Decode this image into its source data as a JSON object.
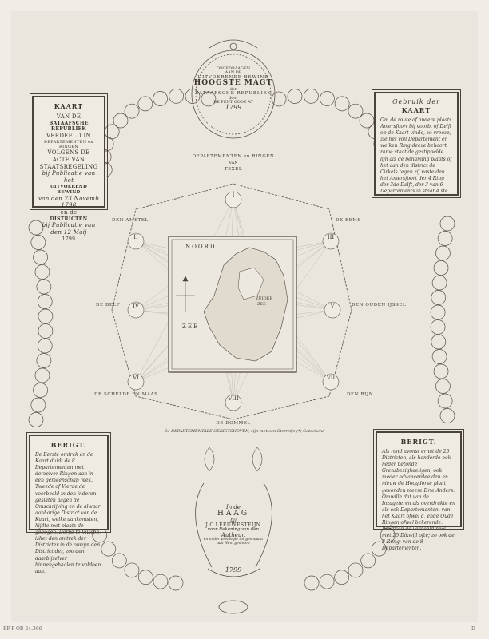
{
  "top_cartouche": {
    "line1": "OPGEDRAAGEN",
    "line2": "AAN DE",
    "line3": "UITVOERENDE BEWIND",
    "line4": "HOOGSTE MAGT",
    "line5": "der",
    "line6": "BATAAFSCHE REPUBLIEK",
    "line7": "door",
    "line8": "DE PENT GODE AT",
    "year": "1799"
  },
  "left_title": {
    "heading": "KAART",
    "l1": "VAN DE",
    "l2": "BATAAFSCHE REPUBLIEK",
    "l3": "VERDEELD IN",
    "l4": "DEPARTEMENTEN en RINGEN",
    "l5": "VOLGENS DE",
    "l6": "ACTE VAN STAATSREGELING",
    "l7": "bij Publicatie van het",
    "l8": "UITVOEREND BEWIND",
    "l9": "van den 23 Novemb 1798",
    "l10": "en de",
    "l11": "DISTRICTEN",
    "l12": "bij Publicatie van den 12 Maij",
    "l13": "1799"
  },
  "right_usage": {
    "heading": "Gebruik der",
    "heading2": "KAART",
    "text": "Om de route of andere plaats Amersfoort bij voorb. of Delft op de Kaart vinde, zo vreeze, zie het voll Departement en welken Ring deeze behoort: rame staat de gestippelde lijn als de benaming plaats of het aan den district de Cirkels tegen zij vastelden het Amersfoort der 4 Ring der 3de Delft, der 3 van 6 Departements in staat 4 ste."
  },
  "bottom_left_note": {
    "heading": "BERIGT.",
    "text": "De Eerste omtrek en de Kaart duidt de 8 Departementen met derzelver Ringen aan in een gemeenschap reek. Tweede of Vierde de voorbeeld in den inderen geslaten aagen de Omschrijving en de alwaar aanhorige District van de Kaart, welke aankomsten, hijdte met plaats de gebogen. Dorpe te Vlissen, ishet den omtrek der Districter in de omzyn den District der, zoo den daarbijzelver binnengehaalen te voldoen aan."
  },
  "bottom_right_note": {
    "heading": "BERIGT.",
    "text": "Als rond avonst ernat de 25 Districten, als honderde ook neder betonde Grensbezigheeligen, ook meder advancerdeelden en nieuw de Hoogdorse plaat gevonden meere Drie Anders. Omwille dat van de Inzageteren als overdrukte en als ook Departementen, van het Kaart ofwel d, ende Oude Ringen ofwel bekerende. Bewusen de verdeeld neel met 25 Dikwijl ofte; zo ook de 8 Rung; van de 8 Departementen."
  },
  "bottom_cartouche": {
    "l1": "In de",
    "l2": "HAAG",
    "l3": "bij",
    "l4": "J.C.LEEUWESTEIJN",
    "l5": "voor Rekening van den",
    "l6": "Autheur,",
    "l7": "en onder privilegie tot gesmaakt",
    "l8": "aan Hem gesloten",
    "year": "1799"
  },
  "map": {
    "heading": "DEPARTEMENTEN en RINGEN",
    "heading2": "VAN",
    "north_label": "NOORD",
    "sea_label": "ZEE",
    "zuider_label": "ZUIDER",
    "zuider_label2": "ZEE",
    "footer": "De DEPARTEMENTALE GERIGTSHOVEN, zijn met een Sterretje (*) Geteekend"
  },
  "departments": [
    "TEXEL",
    "DEN AMSTEL",
    "DE EEMS",
    "DE DELF",
    "DEN OUDEN IJSSEL",
    "DE SCHELDE EN MAAS",
    "DEN RIJN",
    "DE DOMMEL"
  ],
  "ring_numerals": [
    "I",
    "II",
    "III",
    "IV",
    "V",
    "VI",
    "VII",
    "VIII"
  ],
  "footer_code": "RP-P-OB-24.366",
  "footer_mark": "D"
}
